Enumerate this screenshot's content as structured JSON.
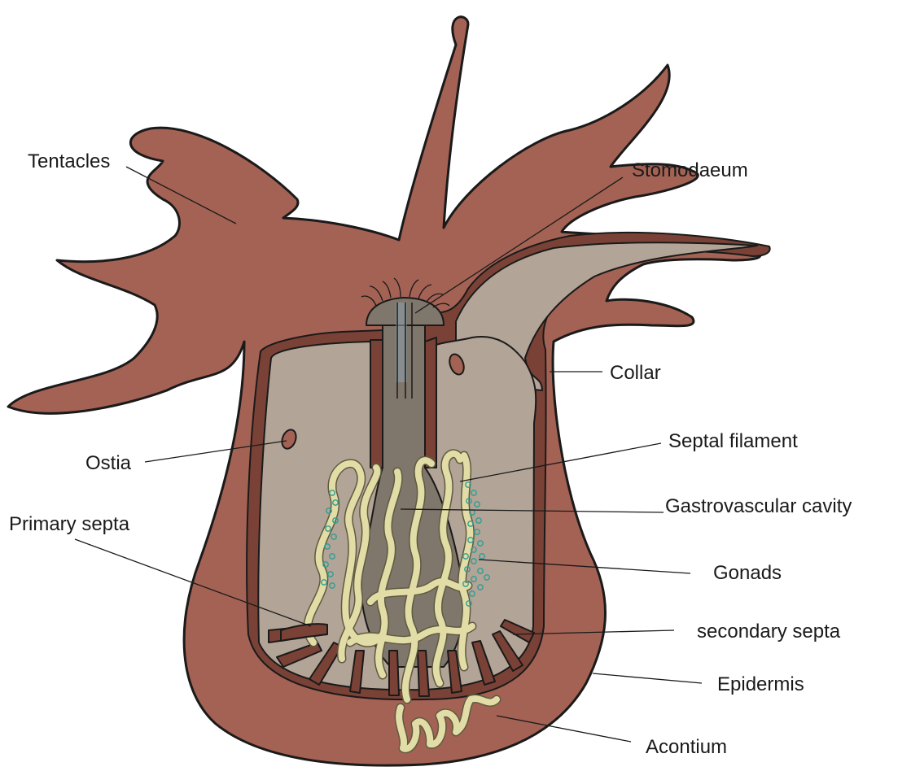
{
  "colors": {
    "body": "#a46254",
    "inner_wall": "#7a4236",
    "cavity": "#b2a496",
    "stomodaeum": "#7f766c",
    "filament": "#e2dca6",
    "gonad": "#2e9e95",
    "outline": "#1a1a1a"
  },
  "labels": {
    "tentacles": "Tentacles",
    "stomodaeum": "Stomodaeum",
    "collar": "Collar",
    "ostia": "Ostia",
    "septal_filament": "Septal filament",
    "gastrovascular_cavity": "Gastrovascular cavity",
    "primary_septa": "Primary septa",
    "gonads": "Gonads",
    "secondary_septa": "secondary septa",
    "epidermis": "Epidermis",
    "acontium": "Acontium"
  }
}
